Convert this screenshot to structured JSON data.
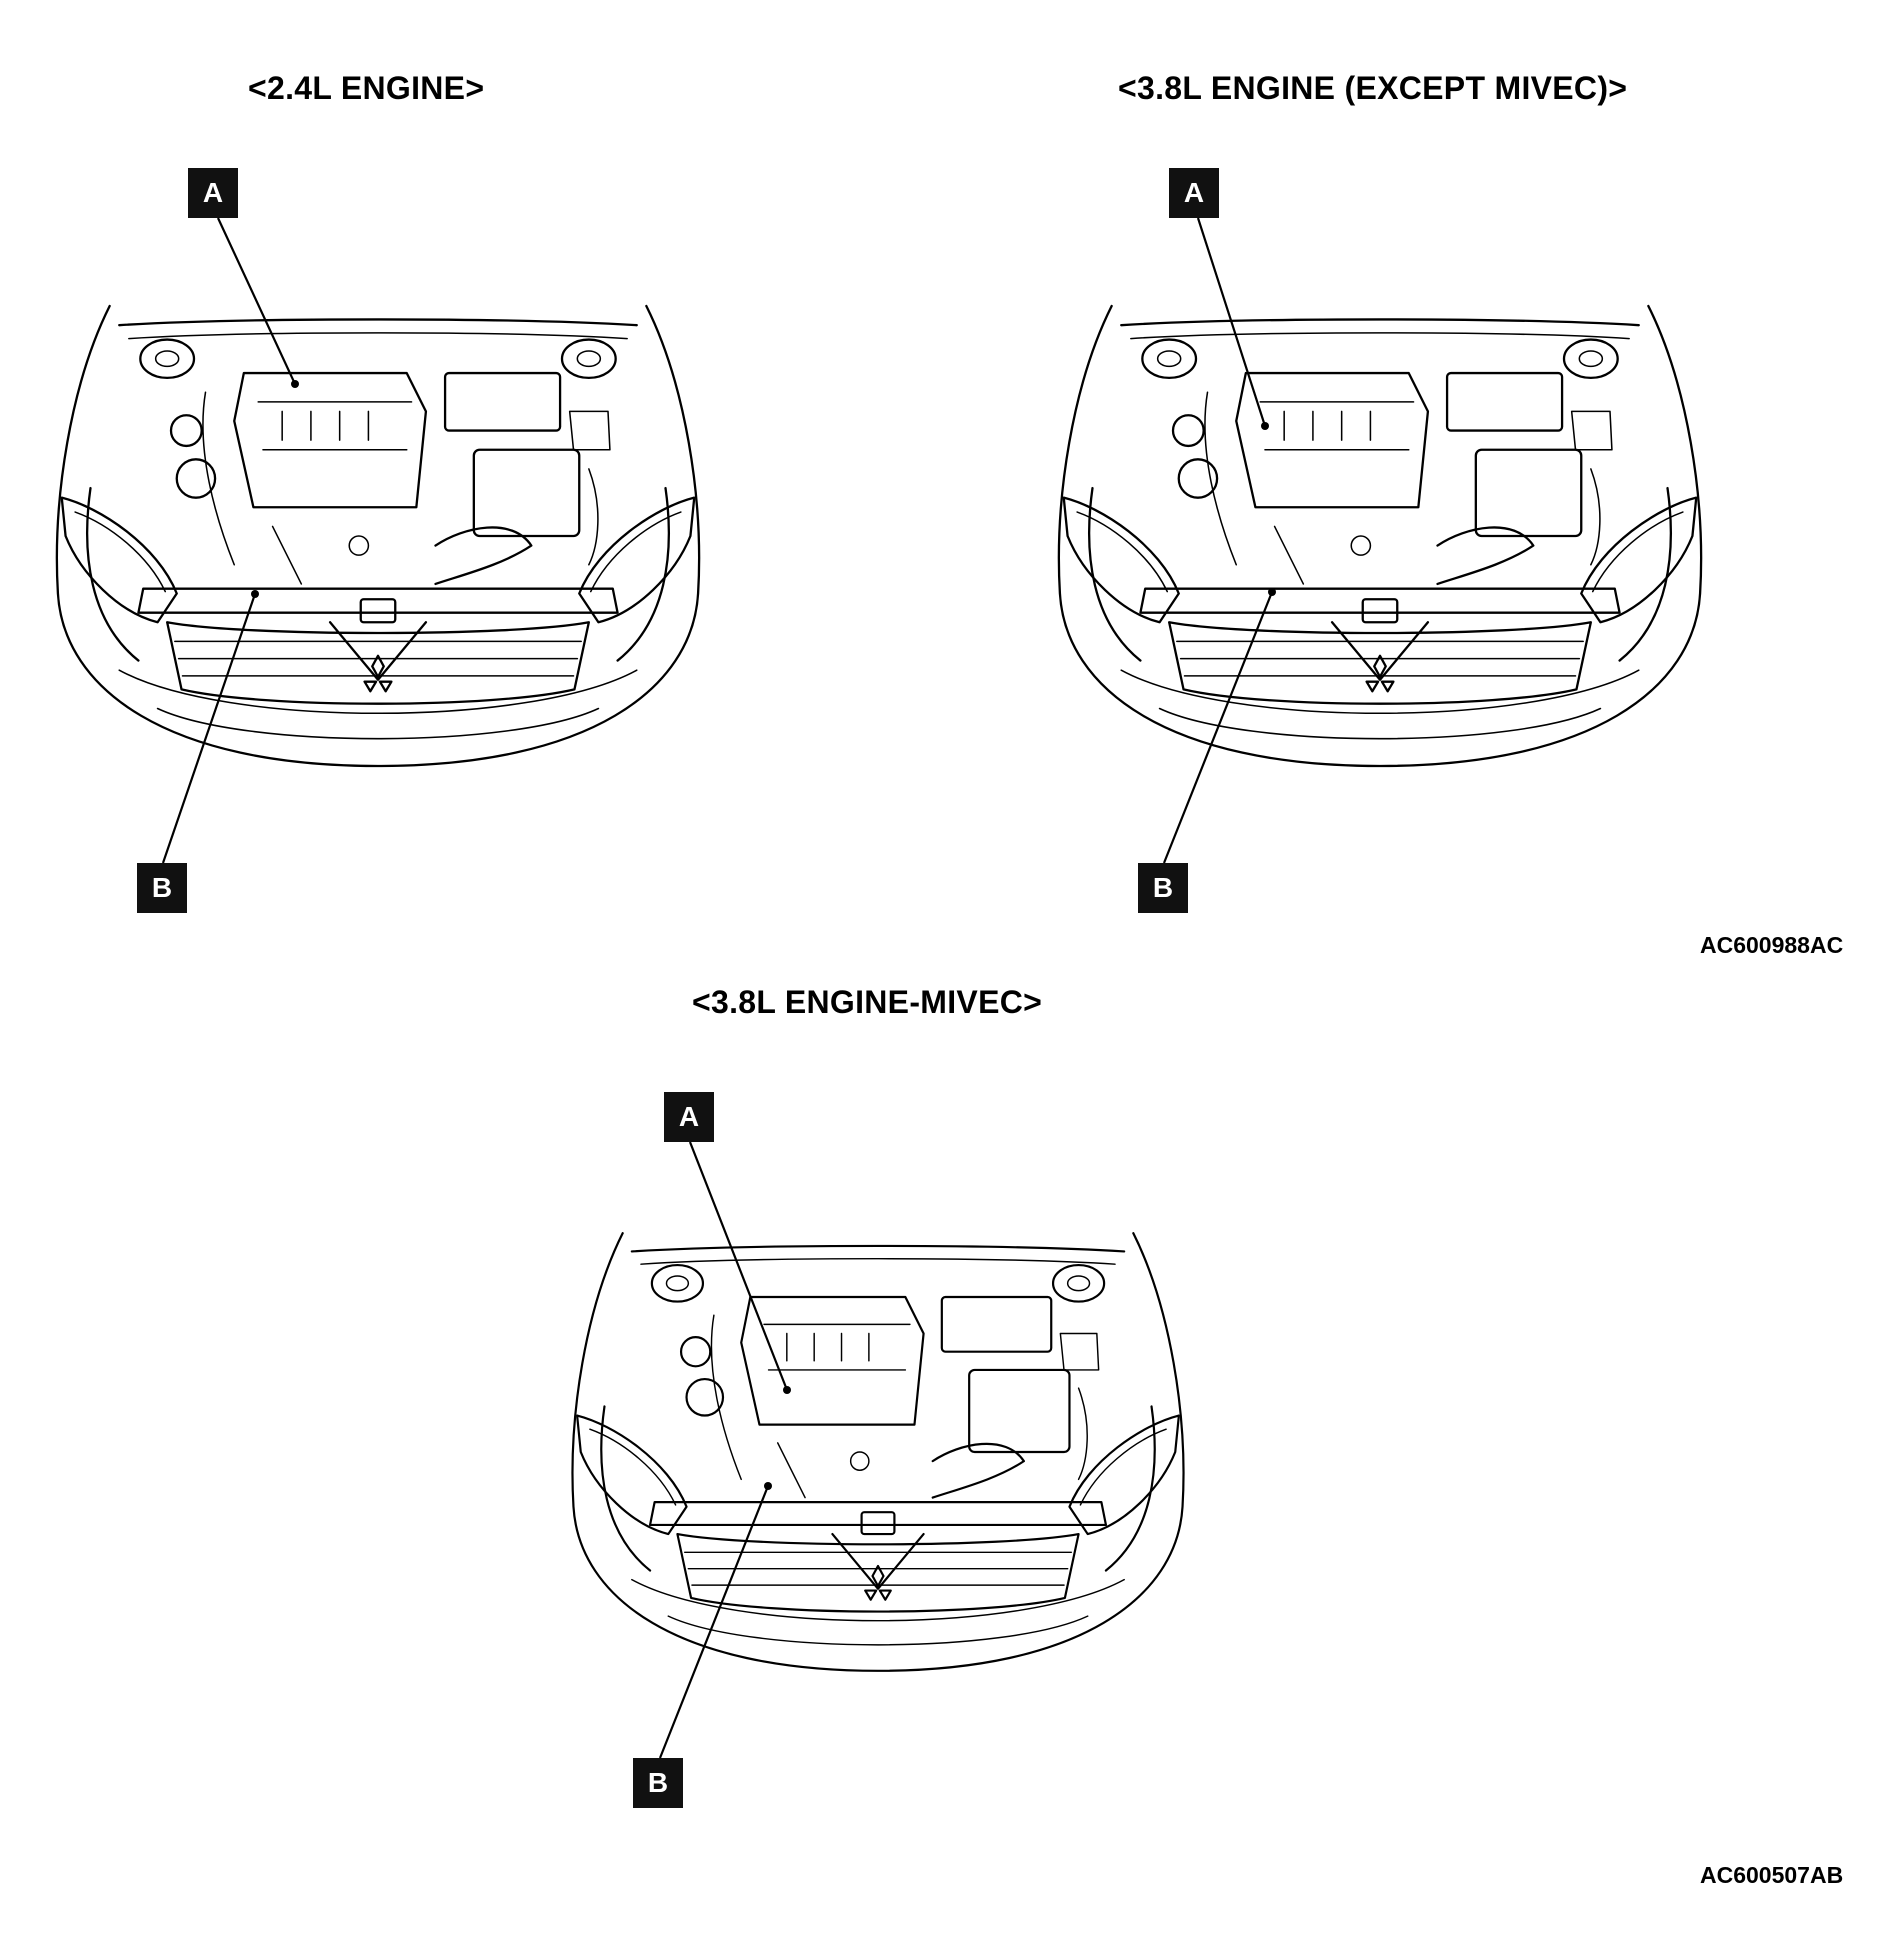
{
  "panels": [
    {
      "title": "<2.4L ENGINE>",
      "callout_a": "A",
      "callout_b": "B"
    },
    {
      "title": "<3.8L ENGINE (EXCEPT MIVEC)>",
      "callout_a": "A",
      "callout_b": "B"
    },
    {
      "title": "<3.8L ENGINE-MIVEC>",
      "callout_a": "A",
      "callout_b": "B"
    }
  ],
  "figure_codes": [
    "AC600988AC",
    "AC600507AB"
  ]
}
